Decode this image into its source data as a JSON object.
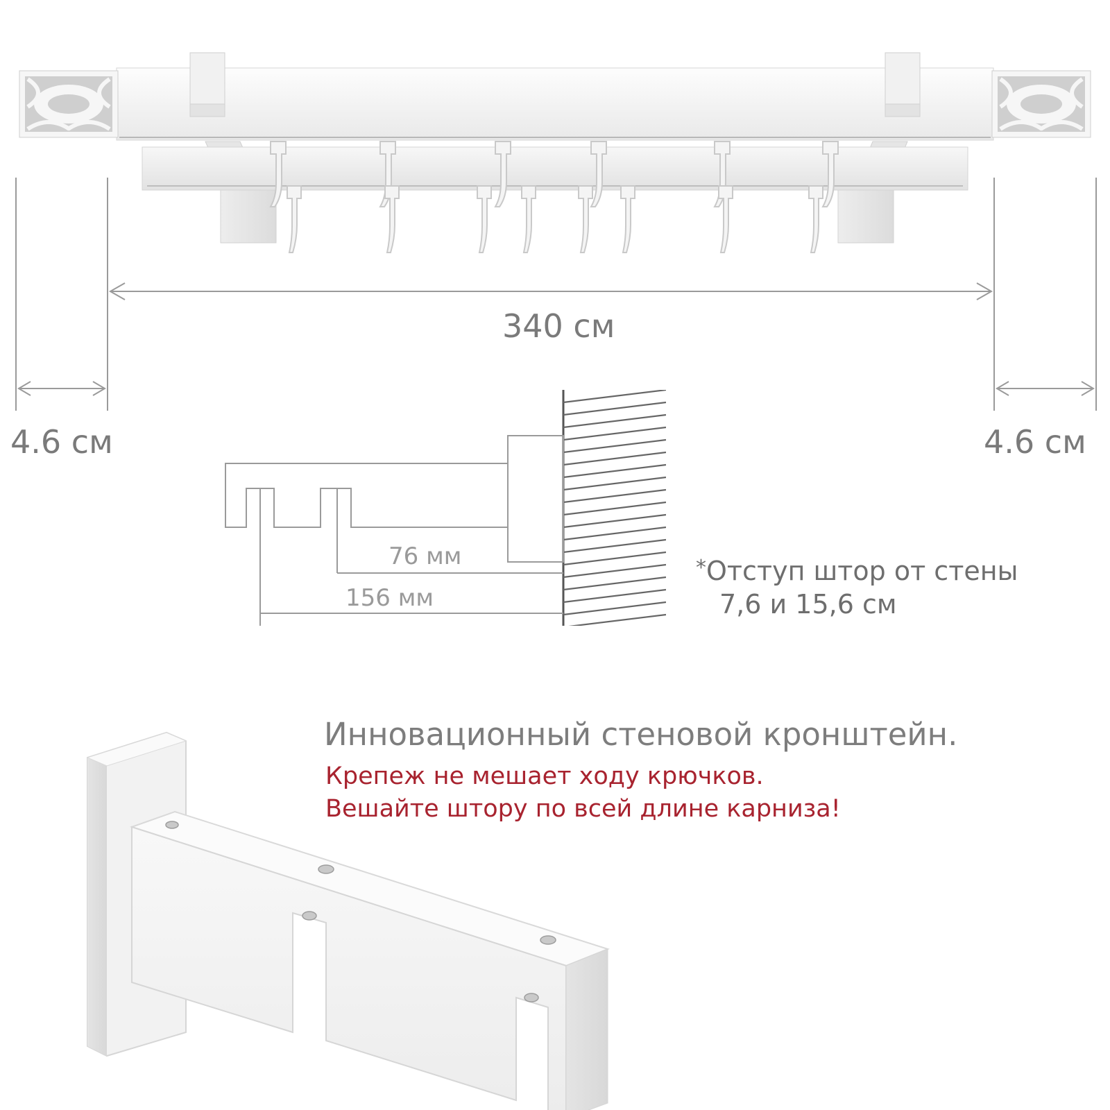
{
  "dimensions": {
    "total_length": "340 см",
    "left_overhang": "4.6 см",
    "right_overhang": "4.6 см",
    "offset_near": "76 мм",
    "offset_far": "156 мм"
  },
  "note": {
    "asterisk": "*",
    "line1": "Отступ штор от стены",
    "line2": "7,6 и 15,6 см"
  },
  "promo": {
    "headline": "Инновационный стеновой кронштейн.",
    "line1": "Крепеж не мешает ходу крючков.",
    "line2": "Вешайте штору по всей длине карниза!"
  },
  "colors": {
    "accent": "#a8232f",
    "text_gray": "#7a7a7a",
    "line_gray": "#9a9a9a",
    "product_white": "#f4f4f4"
  }
}
